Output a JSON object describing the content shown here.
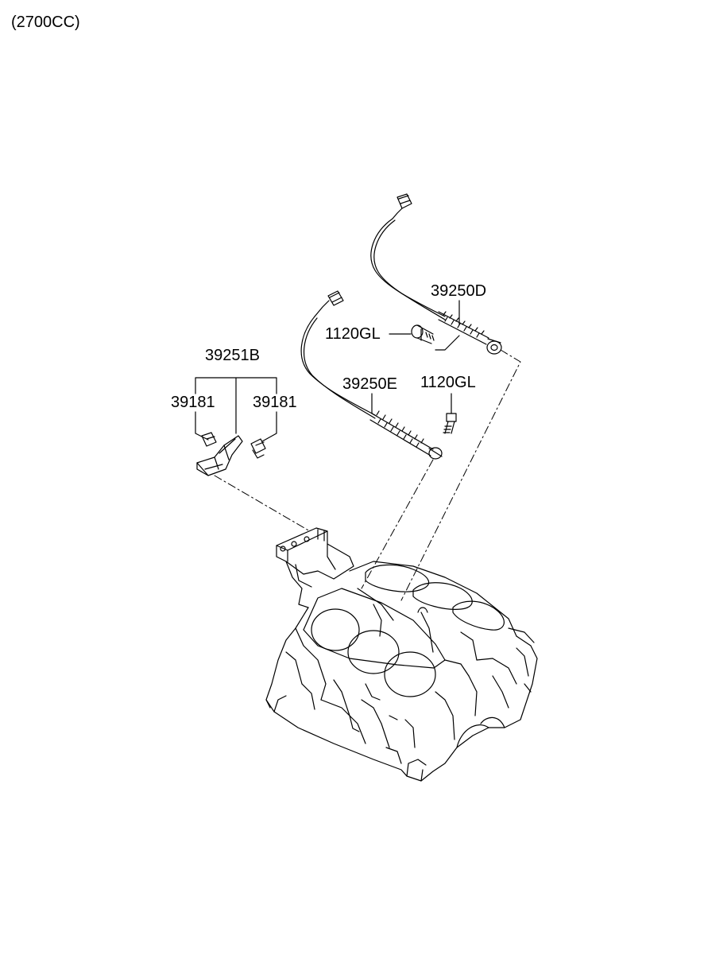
{
  "header": {
    "engine_note": "(2700CC)"
  },
  "callouts": {
    "knock_sensor_rear": "39250D",
    "bolt_rear": "1120GL",
    "knock_sensor_front": "39250E",
    "bolt_front": "1120GL",
    "bracket_assembly": "39251B",
    "clip_left": "39181",
    "clip_right": "39181"
  },
  "colors": {
    "line": "#000000",
    "background": "#ffffff"
  }
}
